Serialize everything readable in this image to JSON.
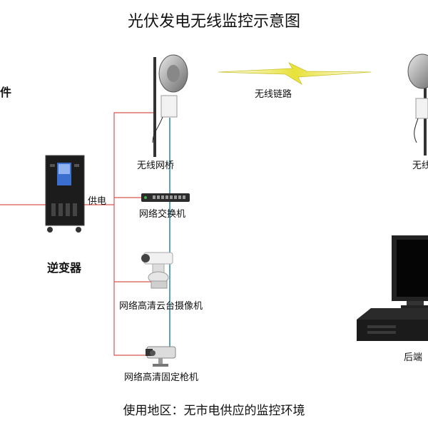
{
  "title": "光伏发电无线监控示意图",
  "caption": "使用地区：无市电供应的监控环境",
  "labels": {
    "left_partial": "件",
    "inverter": "逆变器",
    "power_supply": "供电",
    "wireless_bridge": "无线网桥",
    "wireless_bridge_partial": "无线",
    "wireless_link": "无线链路",
    "network_switch": "网络交换机",
    "ptz_camera": "网络高清云台摄像机",
    "bullet_camera": "网络高清固定枪机",
    "backend_partial": "后端"
  },
  "icons": [
    "parabolic-antenna-icon",
    "inverter-icon",
    "network-switch-icon",
    "ptz-camera-icon",
    "bullet-camera-icon",
    "monitor-icon",
    "dvr-icon",
    "lightning-link-icon"
  ],
  "colors": {
    "power_line": "#d9534f",
    "network_line": "#5aa6b8",
    "link_bolt": "#e8e23a"
  }
}
